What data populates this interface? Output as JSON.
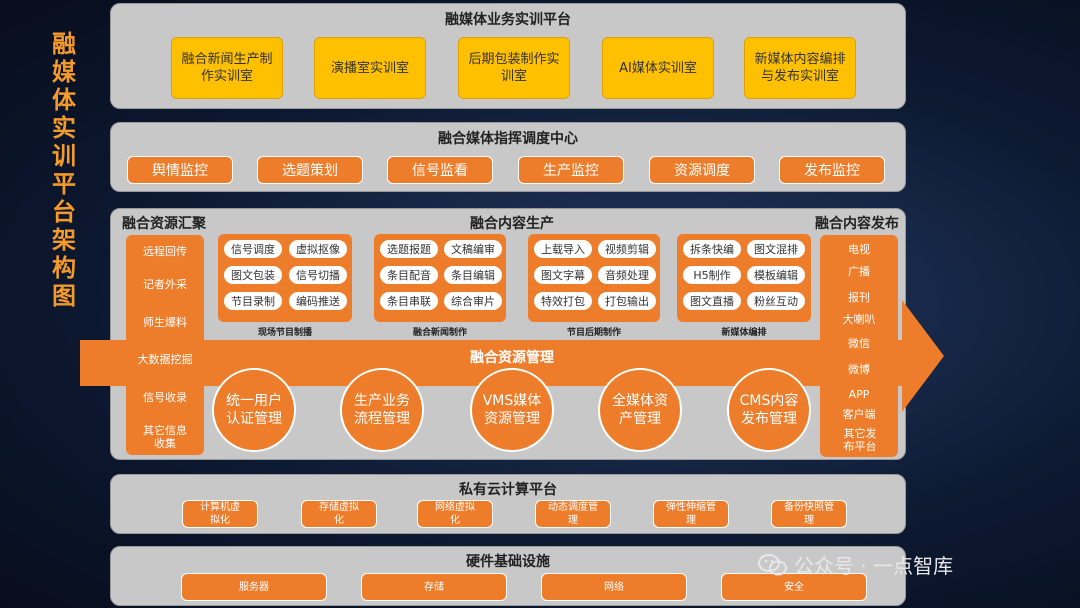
{
  "side_title": "融媒体实训平台架构图",
  "training": {
    "title": "融媒体业务实训平台",
    "rooms": [
      "融合新闻生产制作实训室",
      "演播室实训室",
      "后期包装制作实训室",
      "AI媒体实训室",
      "新媒体内容编排与发布实训室"
    ]
  },
  "command": {
    "title": "融合媒体指挥调度中心",
    "buttons": [
      "舆情监控",
      "选题策划",
      "信号监看",
      "生产监控",
      "资源调度",
      "发布监控"
    ]
  },
  "resources": {
    "aggregate_title": "融合资源汇聚",
    "aggregate_items": [
      "远程回传",
      "记者外采",
      "师生爆料",
      "大数据挖掘",
      "信号收录",
      "其它信息收集"
    ],
    "production_title": "融合内容生产",
    "groups": [
      {
        "label": "现场节目制播",
        "items": [
          "信号调度",
          "虚拟抠像",
          "图文包装",
          "信号切播",
          "节目录制",
          "编码推送"
        ]
      },
      {
        "label": "融合新闻制作",
        "items": [
          "选题报题",
          "文稿编审",
          "条目配音",
          "条目编辑",
          "条目串联",
          "综合审片"
        ]
      },
      {
        "label": "节目后期制作",
        "items": [
          "上载导入",
          "视频剪辑",
          "图文字幕",
          "音频处理",
          "特效打包",
          "打包输出"
        ]
      },
      {
        "label": "新媒体编排",
        "items": [
          "拆条快编",
          "图文混排",
          "H5制作",
          "模板编辑",
          "图文直播",
          "粉丝互动"
        ]
      }
    ],
    "manage_title": "融合资源管理",
    "circles": [
      "统一用户认证管理",
      "生产业务流程管理",
      "VMS媒体资源管理",
      "全媒体资产管理",
      "CMS内容发布管理"
    ],
    "publish_title": "融合内容发布",
    "publish_items": [
      "电视",
      "广播",
      "报刊",
      "大喇叭",
      "微信",
      "微博",
      "APP",
      "客户端",
      "其它发布平台"
    ]
  },
  "cloud": {
    "title": "私有云计算平台",
    "buttons": [
      "计算机虚拟化",
      "存储虚拟化",
      "网络虚拟化",
      "动态调度管理",
      "弹性伸缩管理",
      "备份快照管理"
    ]
  },
  "hardware": {
    "title": "硬件基础设施",
    "buttons": [
      "服务器",
      "存储",
      "网络",
      "安全"
    ]
  },
  "watermark": {
    "icon": "wechat-icon",
    "text": "公众号 · 一点智库"
  },
  "colors": {
    "orange": "#ee7d2b",
    "yellow": "#ffc000",
    "panel": "#c8c8c8",
    "title": "#f39a2a"
  }
}
